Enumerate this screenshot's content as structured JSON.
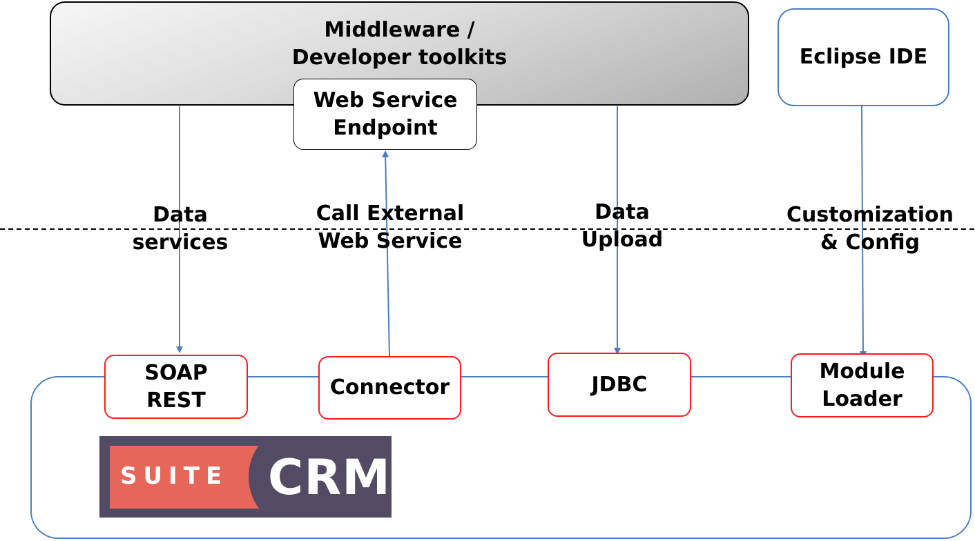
{
  "middleware": {
    "line1": "Middleware /",
    "line2": "Developer toolkits"
  },
  "web_service_endpoint": {
    "line1": "Web  Service",
    "line2": "Endpoint"
  },
  "eclipse": {
    "label": "Eclipse IDE"
  },
  "flows": {
    "data_services": {
      "line1": "Data",
      "line2": "services"
    },
    "call_external": {
      "line1": "Call External",
      "line2": "Web Service"
    },
    "data_upload": {
      "line1": "Data",
      "line2": "Upload"
    },
    "customization": {
      "line1": "Customization",
      "line2": "& Config"
    }
  },
  "components": {
    "soap_rest": {
      "line1": "SOAP",
      "line2": "REST"
    },
    "connector": {
      "label": "Connector"
    },
    "jdbc": {
      "label": "JDBC"
    },
    "module_loader": {
      "line1": "Module",
      "line2": "Loader"
    }
  },
  "logo": {
    "suite": "SUITE",
    "crm": "CRM"
  },
  "colors": {
    "arrow": "#4a7fc1",
    "component_border": "#ff1a1a",
    "frame_border": "#4a7fc1",
    "logo_bg": "#524b63",
    "logo_accent": "#e7665a"
  }
}
